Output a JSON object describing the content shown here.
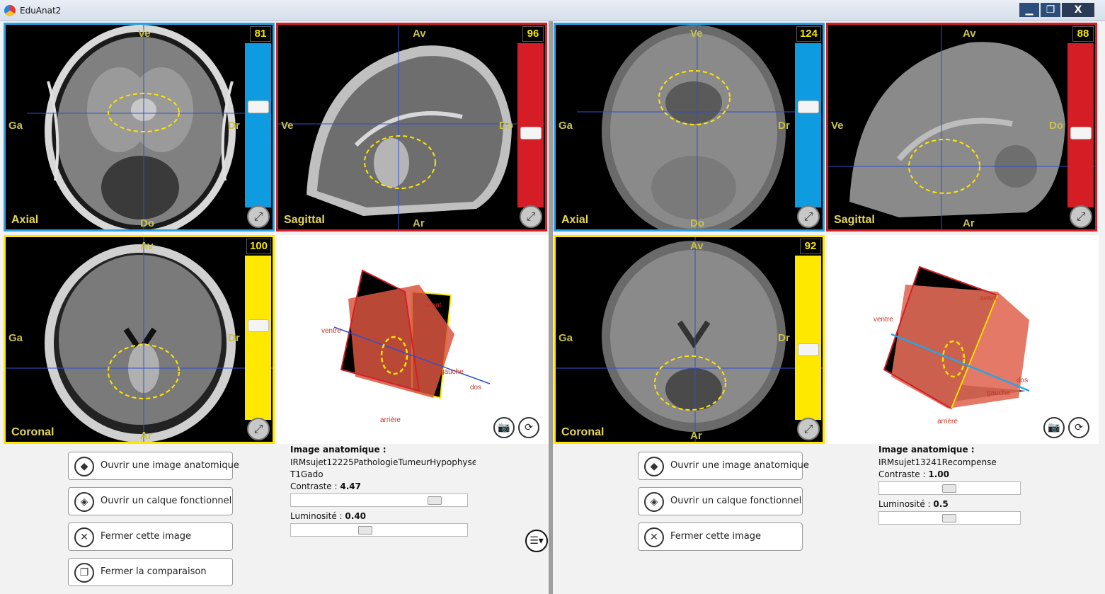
{
  "window": {
    "title": "EduAnat2",
    "minimize_label": "▁",
    "maximize_label": "❐",
    "close_label": "X"
  },
  "orientation_labels": {
    "anterior": "Av",
    "posterior": "Ar",
    "ventral": "Ve",
    "dorsal": "Do",
    "left": "Ga",
    "right": "Dr"
  },
  "left_workspace": {
    "views": {
      "axial": {
        "name": "Axial",
        "slice": "81",
        "slider_level": 0.62
      },
      "sagittal": {
        "name": "Sagittal",
        "slice": "96",
        "slider_level": 0.45
      },
      "coronal": {
        "name": "Coronal",
        "slice": "100",
        "slider_level": 0.58
      }
    },
    "three_d": {
      "labels": {
        "front": "avant",
        "ventral": "ventre",
        "back": "arrière",
        "dorsal": "dos",
        "left": "gauche"
      }
    },
    "buttons": {
      "open_anatomical": "Ouvrir une image anatomique",
      "open_functional": "Ouvrir un calque fonctionnel",
      "close_image": "Fermer cette image",
      "close_comparison": "Fermer la comparaison"
    },
    "image_info": {
      "header": "Image anatomique :",
      "filename_line1": "IRMsujet12225PathologieTumeurHypophyse",
      "filename_line2": "T1Gado",
      "contrast_label": "Contraste : ",
      "contrast_value": "4.47",
      "contrast_level": 0.85,
      "brightness_label": "Luminosité : ",
      "brightness_value": "0.40",
      "brightness_level": 0.42
    }
  },
  "right_workspace": {
    "views": {
      "axial": {
        "name": "Axial",
        "slice": "124",
        "slider_level": 0.62
      },
      "sagittal": {
        "name": "Sagittal",
        "slice": "88",
        "slider_level": 0.45
      },
      "coronal": {
        "name": "Coronal",
        "slice": "92",
        "slider_level": 0.42
      }
    },
    "three_d": {
      "labels": {
        "front": "avant",
        "ventral": "ventre",
        "back": "arrière",
        "dorsal": "dos",
        "left": "gauche"
      }
    },
    "buttons": {
      "open_anatomical": "Ouvrir une image anatomique",
      "open_functional": "Ouvrir un calque fonctionnel",
      "close_image": "Fermer cette image"
    },
    "image_info": {
      "header": "Image anatomique :",
      "filename_line1": "IRMsujet13241Recompense",
      "contrast_label": "Contraste : ",
      "contrast_value": "1.00",
      "contrast_level": 0.5,
      "brightness_label": "Luminosité : ",
      "brightness_value": "0.5",
      "brightness_level": 0.5
    }
  },
  "icons": {
    "expand": "⤢",
    "camera": "📷",
    "reset_rotation": "⟳",
    "menu_toggle": "☰▾",
    "open_image": "◆",
    "layer": "◈",
    "close": "✕",
    "copies": "❐"
  },
  "colors": {
    "axial": "#0f9be0",
    "sagittal": "#d41d24",
    "coronal": "#ffe800",
    "crosshair": "#2f4fd0",
    "roi": "#ffe500"
  }
}
